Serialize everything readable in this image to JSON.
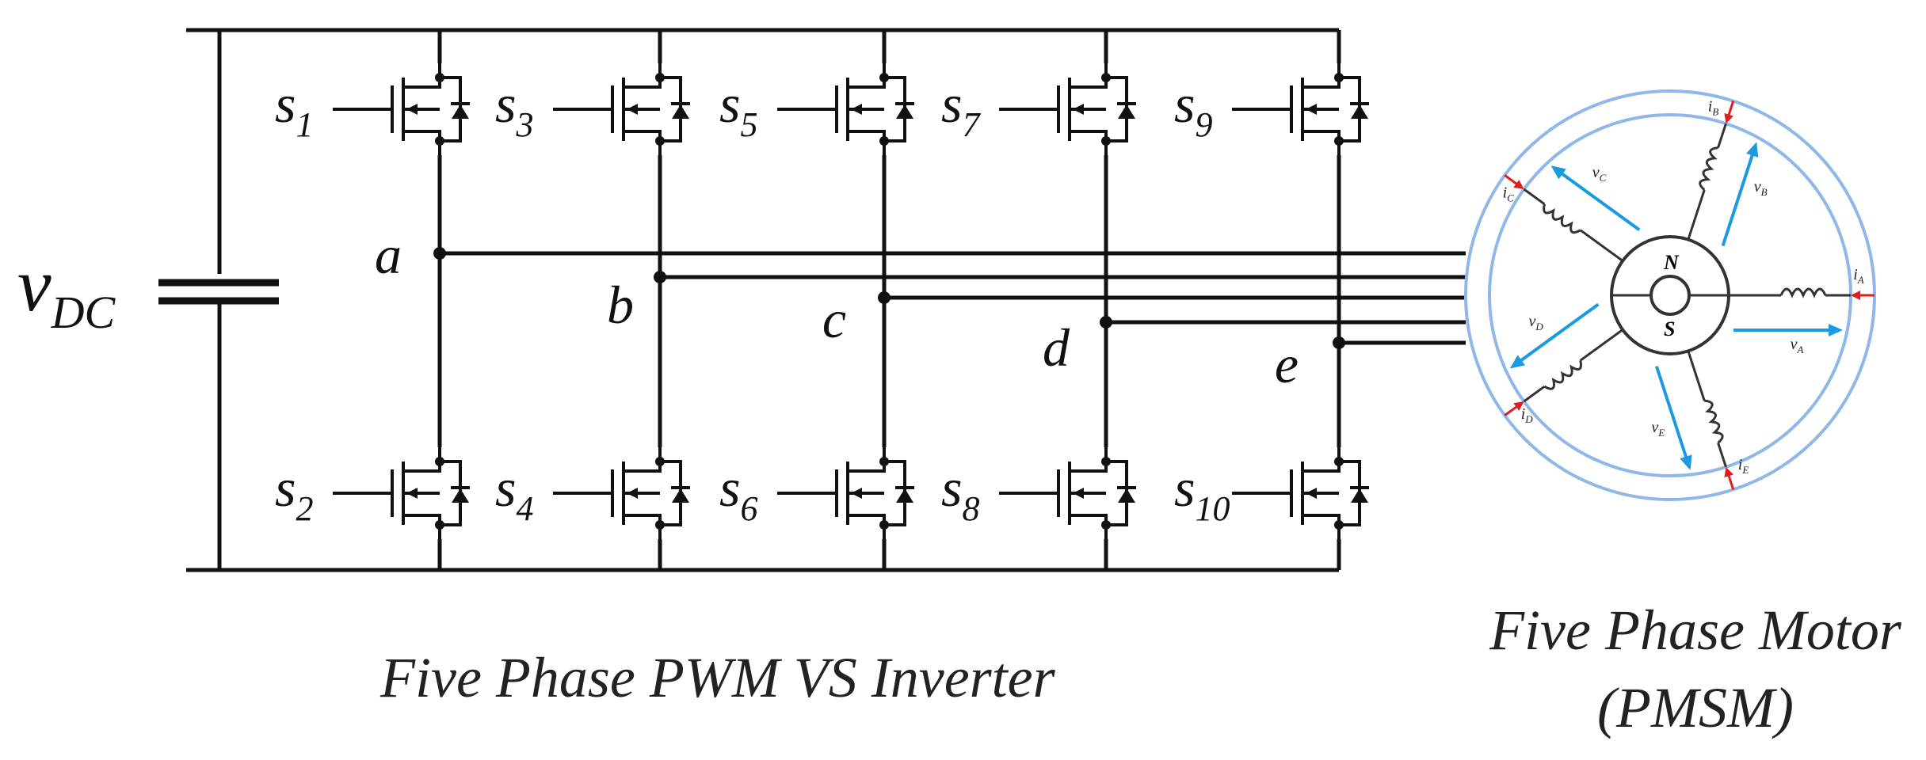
{
  "source_label": {
    "base": "v",
    "sub": "DC"
  },
  "switches": [
    {
      "base": "s",
      "sub": "1"
    },
    {
      "base": "s",
      "sub": "3"
    },
    {
      "base": "s",
      "sub": "5"
    },
    {
      "base": "s",
      "sub": "7"
    },
    {
      "base": "s",
      "sub": "9"
    },
    {
      "base": "s",
      "sub": "2"
    },
    {
      "base": "s",
      "sub": "4"
    },
    {
      "base": "s",
      "sub": "6"
    },
    {
      "base": "s",
      "sub": "8"
    },
    {
      "base": "s",
      "sub": "10"
    }
  ],
  "phase_nodes": [
    "a",
    "b",
    "c",
    "d",
    "e"
  ],
  "inverter_caption": "Five Phase PWM VS Inverter",
  "motor_caption": [
    "Five Phase Motor",
    "(PMSM)"
  ],
  "motor": {
    "pole_north": "N",
    "pole_south": "S",
    "currents": [
      {
        "base": "i",
        "sub": "A"
      },
      {
        "base": "i",
        "sub": "B"
      },
      {
        "base": "i",
        "sub": "C"
      },
      {
        "base": "i",
        "sub": "D"
      },
      {
        "base": "i",
        "sub": "E"
      }
    ],
    "voltages": [
      {
        "base": "v",
        "sub": "A"
      },
      {
        "base": "v",
        "sub": "B"
      },
      {
        "base": "v",
        "sub": "C"
      },
      {
        "base": "v",
        "sub": "D"
      },
      {
        "base": "v",
        "sub": "E"
      }
    ]
  },
  "colors": {
    "wire": "#111111",
    "motor_ring": "#8fb8e8",
    "voltage_arrow": "#1a9ae0",
    "current_arrow": "#e01c1c"
  }
}
